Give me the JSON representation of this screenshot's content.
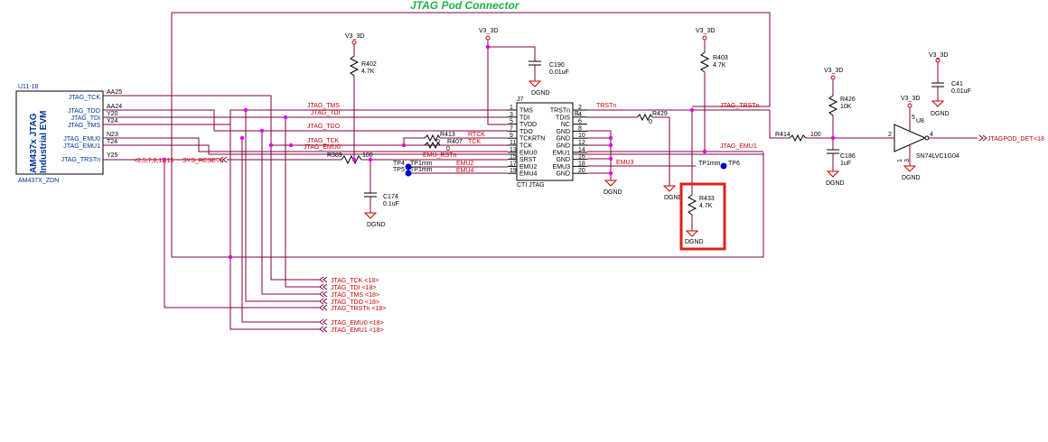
{
  "title": "JTAG Pod Connector",
  "u11": {
    "ref": "U11-18",
    "name_line1": "AM437x JTAG",
    "name_line2": "Industrial EVM",
    "part": "AM437X_ZDN",
    "pins": [
      {
        "name": "JTAG_TCK",
        "ball": "AA25"
      },
      {
        "name": "JTAG_TDO",
        "ball": "AA24"
      },
      {
        "name": "JTAG_TDI",
        "ball": "Y20"
      },
      {
        "name": "JTAG_TMS",
        "ball": "Y24"
      },
      {
        "name": "JTAG_EMU0",
        "ball": "N23"
      },
      {
        "name": "JTAG_EMU1",
        "ball": "T24"
      },
      {
        "name": "JTAG_TRSTn",
        "ball": "Y25"
      }
    ],
    "reset_net": "SYS_RESETn",
    "reset_ref": "<2,5,7,8,11,15"
  },
  "j7": {
    "ref": "J7",
    "part": "CTI JTAG",
    "left_pins": [
      {
        "num": "1",
        "name": "TMS"
      },
      {
        "num": "3",
        "name": "TDI"
      },
      {
        "num": "5",
        "name": "TVDD"
      },
      {
        "num": "7",
        "name": "TDO"
      },
      {
        "num": "9",
        "name": "TCKRTN"
      },
      {
        "num": "11",
        "name": "TCK"
      },
      {
        "num": "13",
        "name": "EMU0"
      },
      {
        "num": "15",
        "name": "SRST"
      },
      {
        "num": "17",
        "name": "EMU2"
      },
      {
        "num": "19",
        "name": "EMU4"
      }
    ],
    "right_pins": [
      {
        "num": "2",
        "name": "TRSTn"
      },
      {
        "num": "4",
        "name": "TDIS"
      },
      {
        "num": "6",
        "name": "NC"
      },
      {
        "num": "8",
        "name": "GND"
      },
      {
        "num": "10",
        "name": "GND"
      },
      {
        "num": "12",
        "name": "GND"
      },
      {
        "num": "14",
        "name": "EMU1"
      },
      {
        "num": "16",
        "name": "GND"
      },
      {
        "num": "18",
        "name": "EMU3"
      },
      {
        "num": "20",
        "name": "GND"
      }
    ],
    "key": "B"
  },
  "nets": {
    "tms": "JTAG_TMS",
    "tdi": "JTAG_TDI",
    "tdo": "JTAG_TDO",
    "tck": "JTAG_TCK",
    "emu0": "JTAG_EMU0",
    "emu1": "JTAG_EMU1",
    "trstn": "JTAG_TRSTn",
    "rtck": "RTCK",
    "tck_short": "TCK",
    "emu_rstn": "EMU_RSTn",
    "emu2": "EMU2",
    "emu3": "EMU3",
    "emu4": "EMU4",
    "trstn_short": "TRSTn",
    "pod_det": "JTAGPOD_DET",
    "pod_det_ref": "<18"
  },
  "components": {
    "r402": {
      "ref": "R402",
      "value": "4.7K"
    },
    "r403": {
      "ref": "R403",
      "value": "4.7K"
    },
    "r426": {
      "ref": "R426",
      "value": "10K"
    },
    "r433": {
      "ref": "R433",
      "value": "4.7K"
    },
    "r389": {
      "ref": "R389",
      "value": "100"
    },
    "r413": {
      "ref": "R413",
      "value": ""
    },
    "r407": {
      "ref": "R407",
      "value": "0"
    },
    "r407b": {
      "ref": "",
      "value": "0"
    },
    "r429": {
      "ref": "R429",
      "value": "0"
    },
    "r414": {
      "ref": "R414",
      "value": "100"
    },
    "c190": {
      "ref": "C190",
      "value": "0.01uF"
    },
    "c174": {
      "ref": "C174",
      "value": "0.1uF"
    },
    "c186": {
      "ref": "C186",
      "value": "1uF"
    },
    "c41": {
      "ref": "C41",
      "value": "0.01uF"
    },
    "u8": {
      "ref": "U8",
      "part": "SN74LVC1G04",
      "pin_in": "2",
      "pin_out": "4",
      "pin_vcc": "5",
      "pin_gnd": "3",
      "pin_nc": "1"
    },
    "tp4": {
      "ref": "TP4",
      "value": "TP1mm"
    },
    "tp5": {
      "ref": "TP5",
      "value": "TP1mm"
    },
    "tp6": {
      "ref": "TP6",
      "value": "TP1mm"
    }
  },
  "power": {
    "v3": "V3_3D",
    "gnd": "DGND"
  },
  "offpage": [
    {
      "label": "JTAG_TCK  <18>"
    },
    {
      "label": "JTAG_TDI  <18>"
    },
    {
      "label": "JTAG_TMS  <18>"
    },
    {
      "label": "JTAG_TDO  <18>"
    },
    {
      "label": "JTAG_TRSTn  <18>"
    },
    {
      "label": "JTAG_EMU0  <18>"
    },
    {
      "label": "JTAG_EMU1  <18>"
    }
  ],
  "highlight_color": "#e02020",
  "wire_color": "#800040"
}
